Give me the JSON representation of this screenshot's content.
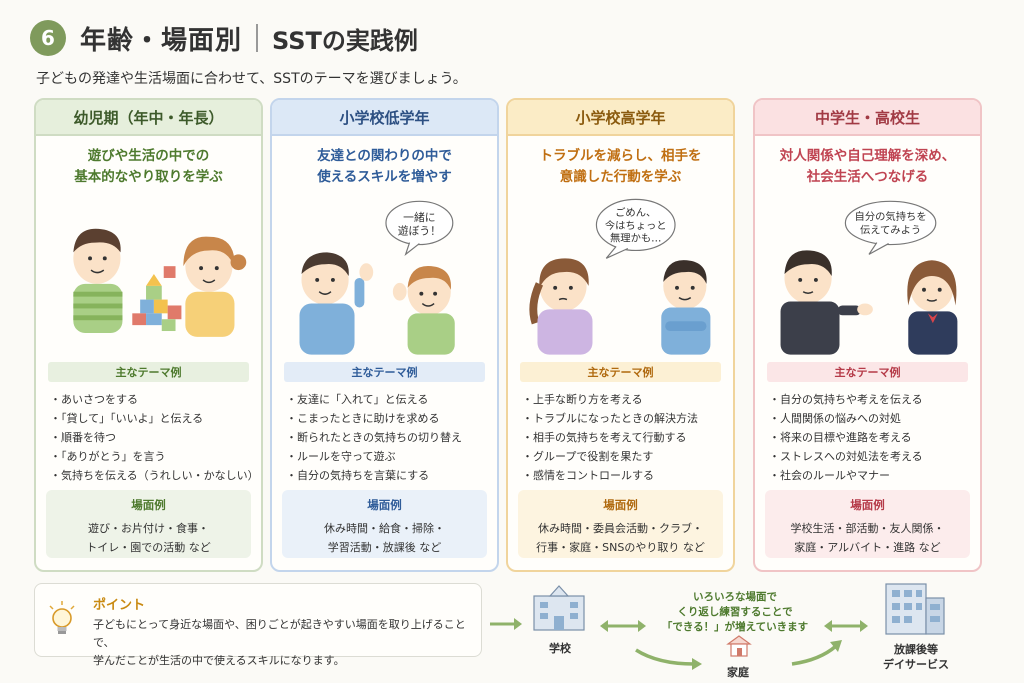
{
  "header": {
    "number": "6",
    "title": "年齢・場面別",
    "subtitle": "SSTの実践例",
    "lead": "子どもの発達や生活場面に合わせて、SSTのテーマを選びましょう。"
  },
  "columns": [
    {
      "heading": "幼児期（年中・年長）",
      "goal": [
        "遊びや生活の中での",
        "基本的なやり取りを学ぶ"
      ],
      "speech": "",
      "theme_label": "主なテーマ例",
      "themes": [
        "あいさつをする",
        "「貸して」「いいよ」と伝える",
        "順番を待つ",
        "「ありがとう」を言う",
        "気持ちを伝える（うれしい・かなしい）"
      ],
      "scene_label": "場面例",
      "scenes": [
        "遊び・お片付け・食事・",
        "トイレ・園での活動 など"
      ]
    },
    {
      "heading": "小学校低学年",
      "goal": [
        "友達との関わりの中で",
        "使えるスキルを増やす"
      ],
      "speech": [
        "一緒に",
        "遊ぼう！"
      ],
      "theme_label": "主なテーマ例",
      "themes": [
        "友達に「入れて」と伝える",
        "こまったときに助けを求める",
        "断られたときの気持ちの切り替え",
        "ルールを守って遊ぶ",
        "自分の気持ちを言葉にする"
      ],
      "scene_label": "場面例",
      "scenes": [
        "休み時間・給食・掃除・",
        "学習活動・放課後 など"
      ]
    },
    {
      "heading": "小学校高学年",
      "goal": [
        "トラブルを減らし、相手を",
        "意識した行動を学ぶ"
      ],
      "speech": [
        "ごめん、",
        "今はちょっと",
        "無理かも…"
      ],
      "theme_label": "主なテーマ例",
      "themes": [
        "上手な断り方を考える",
        "トラブルになったときの解決方法",
        "相手の気持ちを考えて行動する",
        "グループで役割を果たす",
        "感情をコントロールする"
      ],
      "scene_label": "場面例",
      "scenes": [
        "休み時間・委員会活動・クラブ・",
        "行事・家庭・SNSのやり取り など"
      ]
    },
    {
      "heading": "中学生・高校生",
      "goal": [
        "対人関係や自己理解を深め、",
        "社会生活へつなげる"
      ],
      "speech": [
        "自分の気持ちを",
        "伝えてみよう"
      ],
      "theme_label": "主なテーマ例",
      "themes": [
        "自分の気持ちや考えを伝える",
        "人間関係の悩みへの対処",
        "将来の目標や進路を考える",
        "ストレスへの対処法を考える",
        "社会のルールやマナー"
      ],
      "scene_label": "場面例",
      "scenes": [
        "学校生活・部活動・友人関係・",
        "家庭・アルバイト・進路 など"
      ]
    }
  ],
  "point": {
    "title": "ポイント",
    "lines": [
      "子どもにとって身近な場面や、困りごとが起きやすい場面を取り上げることで、",
      "学んだことが生活の中で使えるスキルになります。"
    ]
  },
  "flow": {
    "caption": [
      "いろいろな場面で",
      "くり返し練習することで",
      "「できる！」が増えていきます"
    ],
    "school": "学校",
    "home": "家庭",
    "after_school": [
      "放課後等",
      "デイサービス"
    ]
  },
  "colors": {
    "badge": "#7f9a5c",
    "arrow": "#8fb26a"
  }
}
